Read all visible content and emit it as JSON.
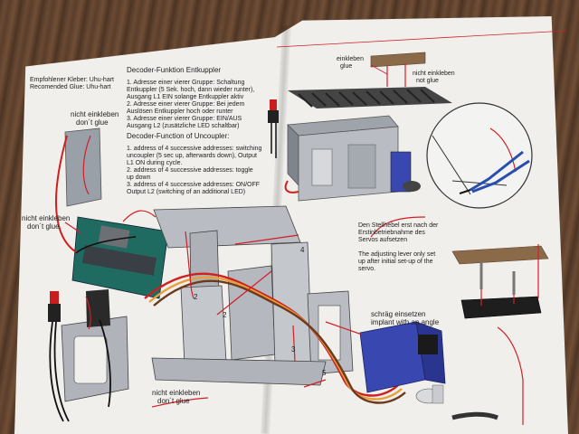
{
  "glue": {
    "de": "Empfohlener Kleber: Uhu-hart",
    "en": "Recomended Glue: Uhu-hart"
  },
  "decoder_de": {
    "title": "Decoder-Funktion Entkuppler",
    "lines": [
      "1. Adresse einer vierer Gruppe: Schaltung",
      "Entkuppler (5 Sek. hoch, dann wieder runter),",
      "Ausgang L1 EIN solange Entkuppler aktiv",
      "2. Adresse einer vierer Gruppe: Bei jedem",
      "Auslösen Entkuppler hoch oder runter",
      "3. Adresse einer vierer Gruppe: EIN/AUS",
      "Ausgang L2 (zusätzliche LED schaltbar)"
    ]
  },
  "decoder_en": {
    "title": "Decoder-Function of Uncoupler:",
    "lines": [
      "1. address of 4 successive addresses: switching",
      "uncoupler (5 sec up, afterwards down), Output",
      "L1 ON during cycle.",
      " 2. address of 4 successive addresses: toggle",
      "up down",
      "3. address of 4 successive addresses: ON/OFF",
      "Output L2 (switching of an additional LED)"
    ]
  },
  "labels": {
    "einkleben_top": [
      "einkleben",
      "glue"
    ],
    "nicht_einkleben_right": [
      "nicht einkleben",
      "not glue"
    ],
    "nicht_einkleben_left_top": [
      "nicht einkleben",
      "don´t glue"
    ],
    "nicht_einkleben_left_mid": [
      "nicht einkleben",
      "don´t glue"
    ],
    "nicht_einkleben_bottom": [
      "nicht einkleben",
      "don´t glue"
    ],
    "schraeg": [
      "schräg einsetzen",
      "implant with an angle"
    ]
  },
  "servo_note": {
    "de": [
      "Den Stellhebel erst nach der",
      "Erstinbetriebnahme des",
      "Servos aufsetzen"
    ],
    "en": [
      "The adjusting lever only set",
      "up after initial set-up of the",
      "servo."
    ]
  },
  "part_numbers": [
    "2",
    "2",
    "3",
    "4",
    "5"
  ],
  "colors": {
    "paper": "#f0efec",
    "wood": "#5a3e2b",
    "part_grey": "#b9bcc2",
    "pcb_green": "#1f6b62",
    "servo_blue": "#3848b0",
    "arrow_red": "#d21f26",
    "wire_red": "#d01f1f",
    "wire_orange": "#e8a03a",
    "wire_brown": "#6b3a1d",
    "wire_black": "#111111"
  },
  "icons": [
    "push-button-icon",
    "magnifier-circle-icon",
    "pliers-icon",
    "screw-icon"
  ]
}
